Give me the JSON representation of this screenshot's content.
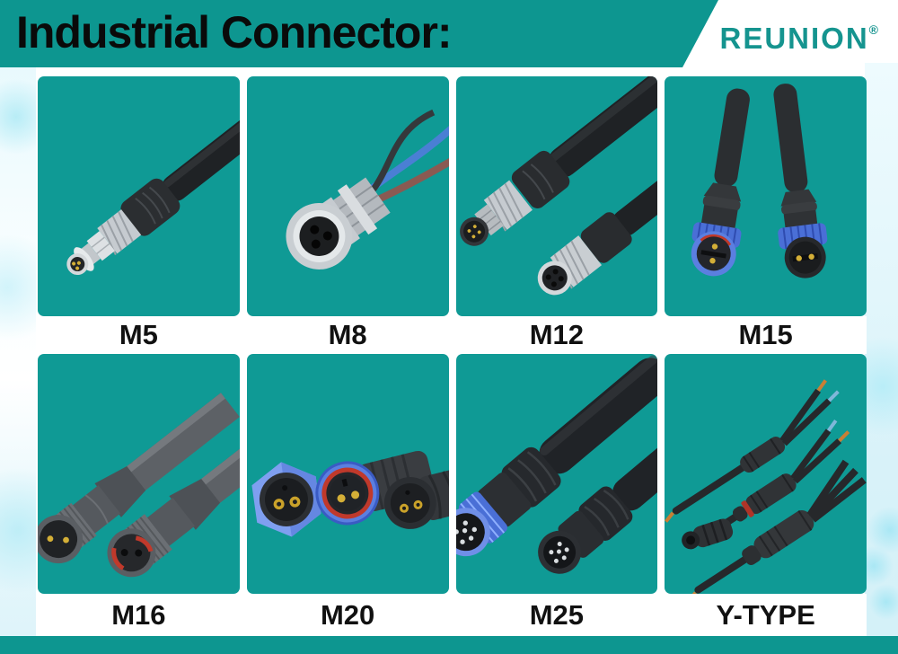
{
  "header": {
    "title": "Industrial Connector:",
    "brand": "REUNION",
    "brand_mark": "®"
  },
  "products": [
    {
      "label": "M5",
      "photo": "m5-single-male-connector-with-cable"
    },
    {
      "label": "M8",
      "photo": "m8-panel-mount-female-connector-with-wires"
    },
    {
      "label": "M12",
      "photo": "m12-male-and-female-cable-connectors"
    },
    {
      "label": "M15",
      "photo": "m15-blue-ring-waterproof-connector-pair"
    },
    {
      "label": "M16",
      "photo": "m16-male-and-female-connector-pair"
    },
    {
      "label": "M20",
      "photo": "m20-three-connector-variants"
    },
    {
      "label": "M25",
      "photo": "m25-multi-pin-connector-pair"
    },
    {
      "label": "Y-TYPE",
      "photo": "y-type-splitter-cable-assemblies"
    }
  ],
  "colors": {
    "banner_teal": "#0d9690",
    "cell_teal": "#0f9a95",
    "brand_teal": "#15948f",
    "title_text": "#0a0a0a",
    "label_text": "#111111",
    "accent_blue": "#4a6fd6",
    "accent_red": "#c0392b",
    "pin_gold": "#d4af37"
  }
}
